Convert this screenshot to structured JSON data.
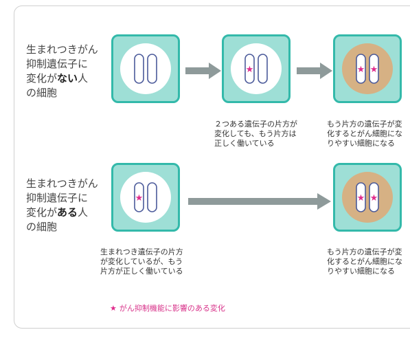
{
  "rows": [
    {
      "label_prefix": "生まれつきがん\n抑制遺伝子に\n変化が",
      "label_emph": "ない",
      "label_suffix": "人\nの細胞"
    },
    {
      "label_prefix": "生まれつきがん\n抑制遺伝子に\n変化が",
      "label_emph": "ある",
      "label_suffix": "人\nの細胞"
    }
  ],
  "captions": {
    "row1_step2": "２つある遺伝子の片方が\n変化しても、もう片方は\n正しく働いている",
    "row1_step3": "もう片方の遺伝子が変\n化するとがん細胞にな\nりやすい細胞になる",
    "row2_step1": "生まれつき遺伝子の片方\nが変化しているが、もう\n片方が正しく働いている",
    "row2_step3": "もう片方の遺伝子が変\n化するとがん細胞にな\nりやすい細胞になる"
  },
  "legend": {
    "symbol": "★",
    "text": "がん抑制機能に影響のある変化"
  },
  "colors": {
    "cell_fill": "#9edfd6",
    "cell_border": "#33b9aa",
    "normal_nucleus": "#ffffff",
    "tumor_prone_nucleus": "#d6b184",
    "chromosome": "#4b5a9a",
    "star": "#e02b8c",
    "arrow": "#8e9a9a"
  }
}
